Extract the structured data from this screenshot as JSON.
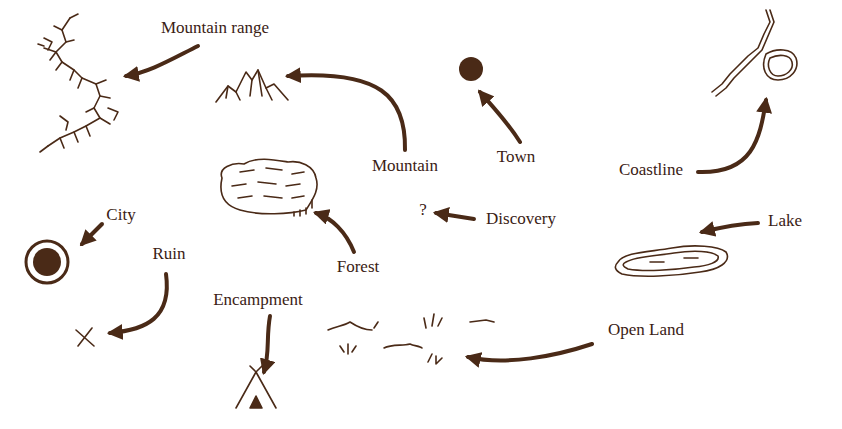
{
  "diagram": {
    "labels": [
      "Mountain range",
      "Town",
      "Mountain",
      "Coastline",
      "?",
      "Discovery",
      "City",
      "Lake",
      "Forest",
      "Ruin",
      "Encampment",
      "Open Land"
    ]
  }
}
